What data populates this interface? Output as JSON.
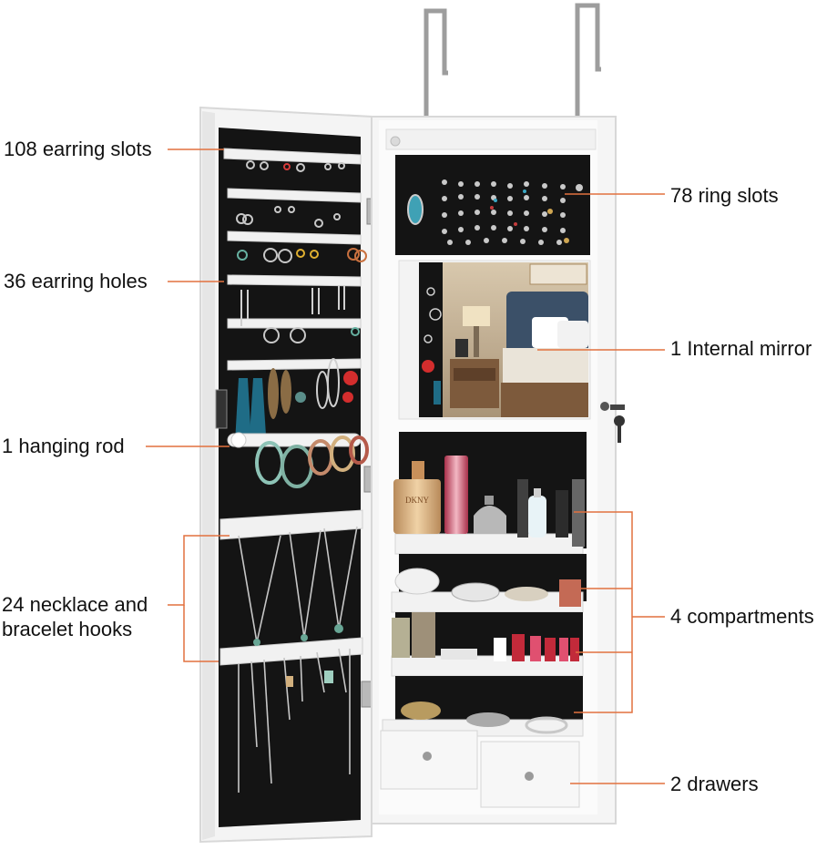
{
  "callouts": {
    "earring_slots": "108 earring slots",
    "earring_holes": "36 earring holes",
    "hanging_rod": "1 hanging rod",
    "necklace_hooks_line1": "24  necklace and",
    "necklace_hooks_line2": "bracelet  hooks",
    "ring_slots": "78 ring slots",
    "internal_mirror": "1 Internal mirror",
    "compartments": "4 compartments",
    "drawers": "2 drawers"
  },
  "product_text": {
    "perfume_label": "DKNY"
  },
  "colors": {
    "cabinet_white": "#f4f4f4",
    "velvet_black": "#141414",
    "callout_line": "#e2713f",
    "hook_metal": "#b9b9b9",
    "mirror_wall": "#c9b79c",
    "headboard": "#3b5068"
  }
}
